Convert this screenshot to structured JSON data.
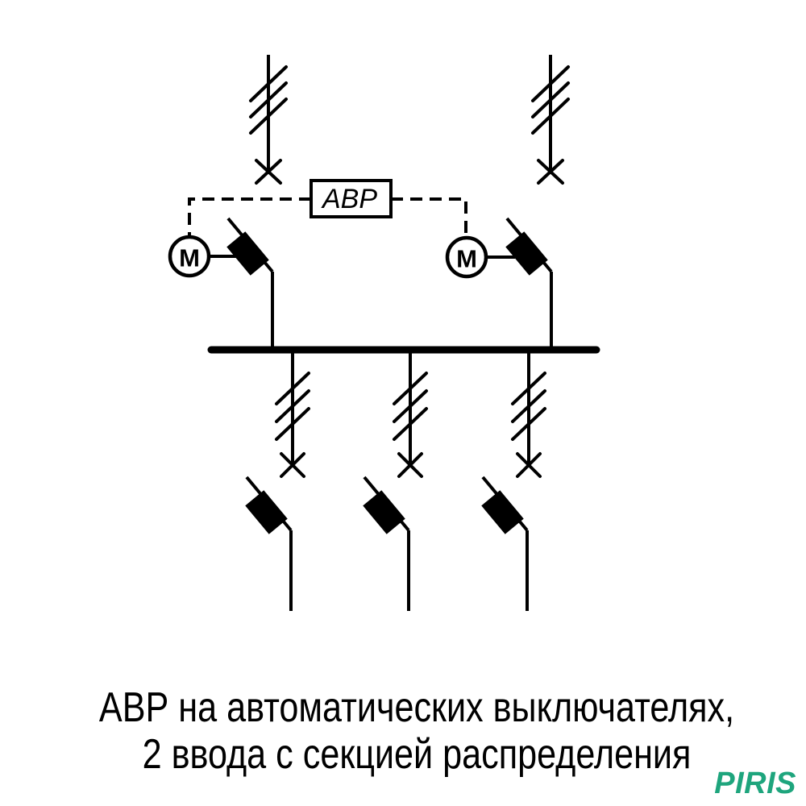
{
  "diagram": {
    "avr_box_label": "АВР",
    "motor_drive_label": "М",
    "line_color": "#000000",
    "background_color": "#ffffff",
    "input_feeders": 2,
    "output_feeders": 3
  },
  "caption": {
    "line1": "АВР на автоматических выключателях,",
    "line2": "2 ввода с секцией распределения"
  },
  "logo": {
    "text": "PIRIS",
    "color": "#1ea57d"
  }
}
